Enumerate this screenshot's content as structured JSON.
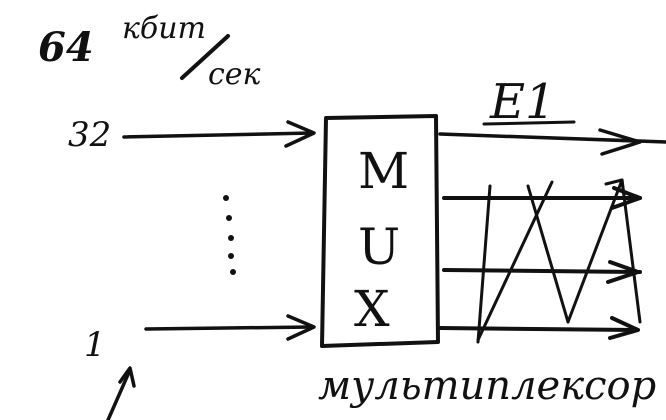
{
  "rate": {
    "value": "64",
    "unit_top": "кбит",
    "unit_bottom": "сек"
  },
  "inputs": {
    "top": "32",
    "bottom": "1"
  },
  "mux": {
    "letters": [
      "M",
      "U",
      "X"
    ]
  },
  "output": {
    "label": "E1"
  },
  "caption": "мультиплексор",
  "colors": {
    "ink": "#111111",
    "background": "#ffffff"
  }
}
